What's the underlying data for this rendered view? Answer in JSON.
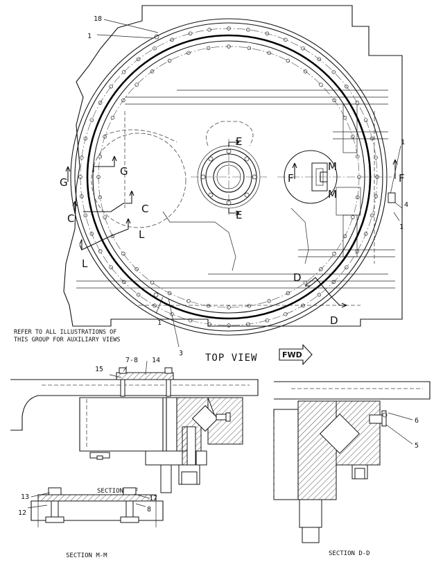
{
  "diagram": {
    "view_title": "TOP VIEW",
    "fwd_label": "FWD",
    "note_line1": "REFER TO ALL ILLUSTRATIONS OF",
    "note_line2": "THIS GROUP FOR AUXILIARY VIEWS",
    "callouts": {
      "c18": "18",
      "c1_top": "1",
      "c1_right_top": "1",
      "c1_right_bot": "1",
      "c4": "4",
      "c1_bottom": "1",
      "c3": "3",
      "c7_8": "7-8",
      "c14": "14",
      "c15": "15",
      "c6": "6",
      "c5": "5",
      "c13": "13",
      "c12": "12",
      "c17": "17",
      "c8": "8"
    },
    "section_letters": {
      "E_top": "E",
      "E_bot": "E",
      "M_top": "M",
      "M_bot": "M",
      "F_left": "F",
      "F_right": "F",
      "G_left": "G",
      "G_right": "G",
      "C_left": "C",
      "C_right": "C",
      "L_left": "L",
      "L_right": "L",
      "D_top": "D",
      "D_bot": "D"
    },
    "captions": {
      "ff": "SECTION F-F",
      "mm": "SECTION M-M",
      "dd": "SECTION D-D"
    }
  }
}
